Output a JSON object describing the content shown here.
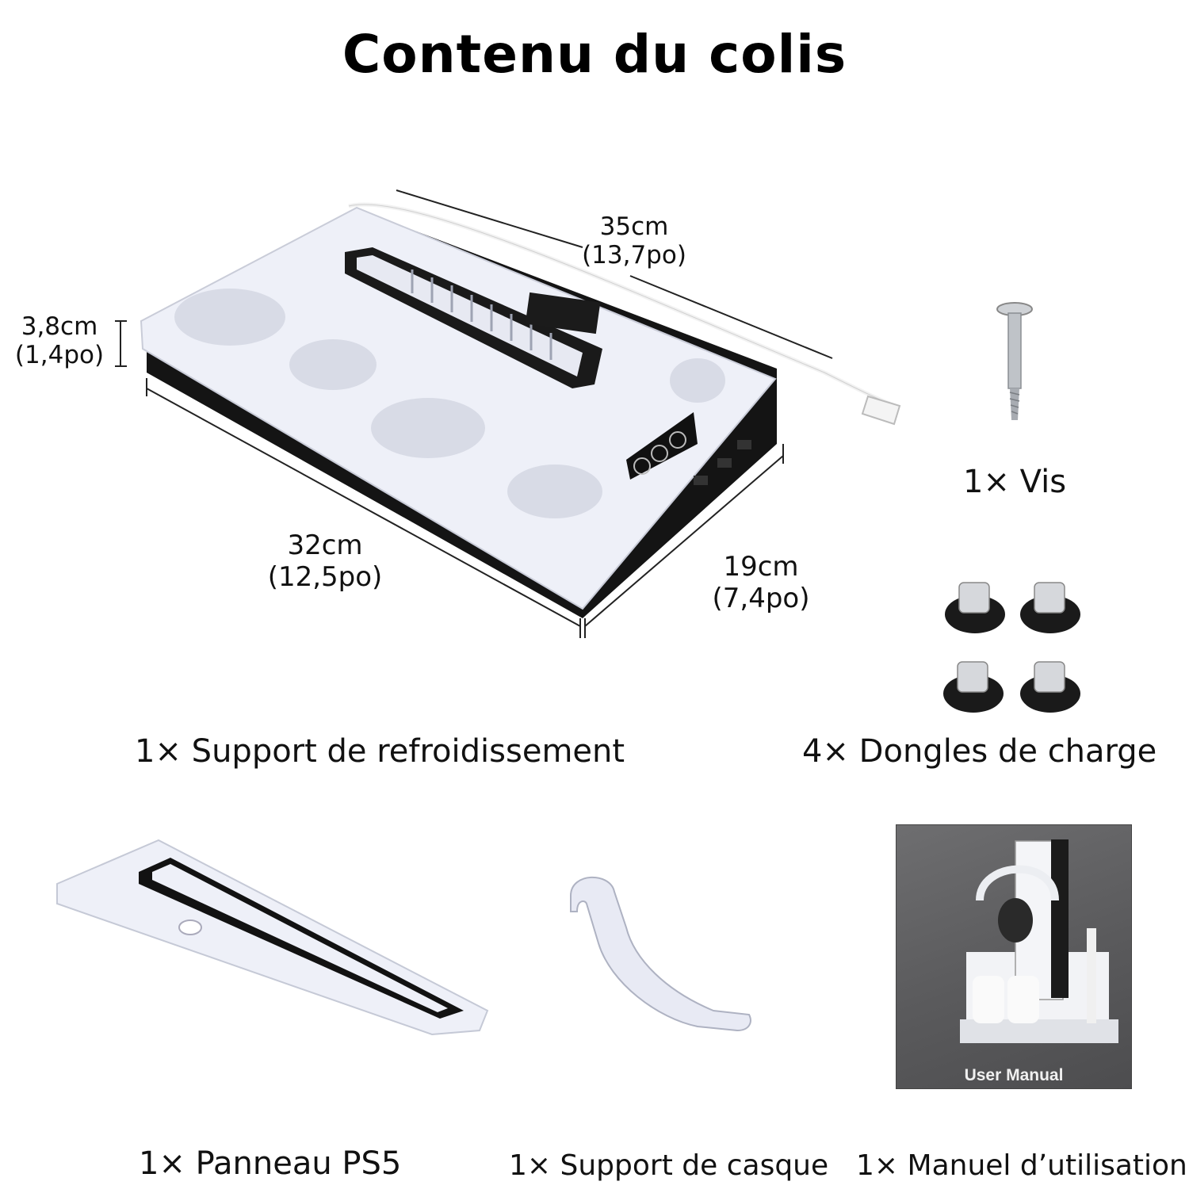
{
  "title": "Contenu du colis",
  "dimensions": {
    "length": {
      "metric": "35cm",
      "imperial": "(13,7po)"
    },
    "height": {
      "metric": "3,8cm",
      "imperial": "(1,4po)"
    },
    "width": {
      "metric": "32cm",
      "imperial": "(12,5po)"
    },
    "depth": {
      "metric": "19cm",
      "imperial": "(7,4po)"
    }
  },
  "items": {
    "cooling_stand": "1× Support de refroidissement",
    "screw": "1× Vis",
    "dongles": "4× Dongles de charge",
    "ps5_panel": "1× Panneau PS5",
    "headset_holder": "1× Support de casque",
    "user_manual": "1× Manuel d’utilisation"
  },
  "manual_cover_text": "User Manual",
  "colors": {
    "product_white": "#eef0f8",
    "product_black": "#141414",
    "manual_gray": "#5f5f61"
  }
}
